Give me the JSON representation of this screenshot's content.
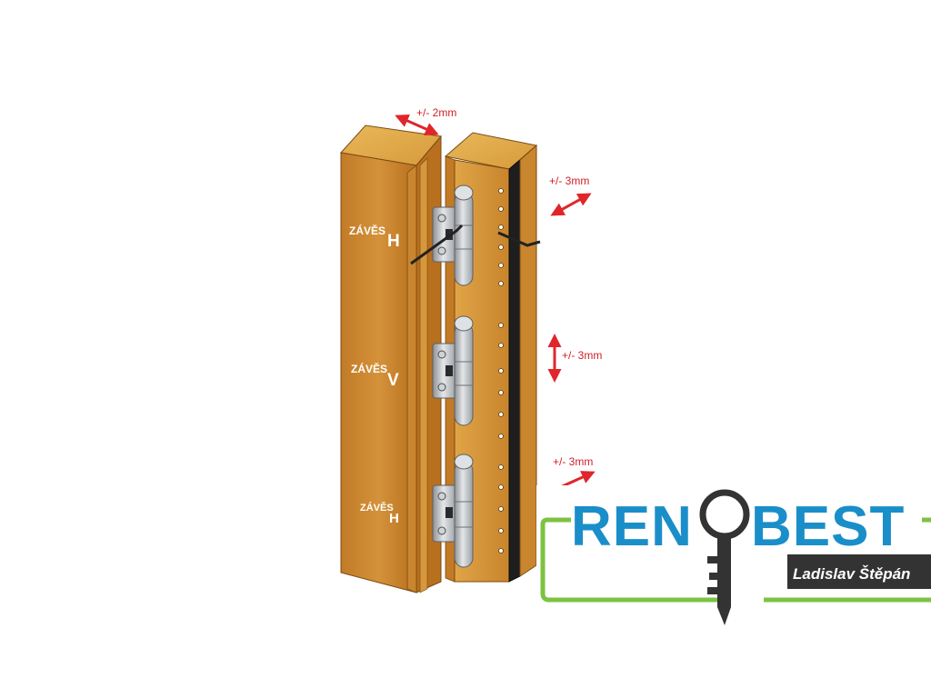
{
  "labels": {
    "adj_top": "+/- 2mm",
    "adj_side": "+/- 3mm",
    "adj_vertical": "+/- 3mm",
    "adj_bottom": "+/- 3mm"
  },
  "hinges": {
    "top": {
      "prefix": "ZÁVĚS",
      "letter": "H"
    },
    "middle": {
      "prefix": "ZÁVĚS",
      "letter": "V"
    },
    "bottom": {
      "prefix": "ZÁVĚS",
      "letter": "H"
    }
  },
  "logo": {
    "text_left": "REN",
    "text_right": "BEST",
    "subtitle": "Ladislav Štěpán"
  },
  "colors": {
    "arrow": "#e0262b",
    "wood_light": "#d99a3c",
    "wood_dark": "#b06a1e",
    "hinge_metal": "#b9bcc0",
    "logo_blue": "#1a8ec9",
    "logo_green": "#7dc242",
    "logo_dark": "#333333"
  }
}
